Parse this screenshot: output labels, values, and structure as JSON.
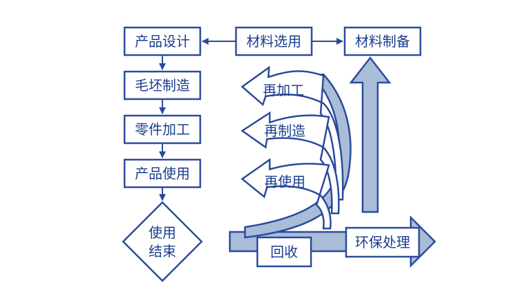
{
  "flow": {
    "product_design": "产品设计",
    "blank_making": "毛坯制造",
    "part_processing": "零件加工",
    "product_use": "产品使用",
    "end_of_use_line1": "使用",
    "end_of_use_line2": "结束"
  },
  "top": {
    "material_selection": "材料选用",
    "material_preparation": "材料制备"
  },
  "loops": {
    "reprocess": "再加工",
    "remanufacture": "再制造",
    "reuse": "再使用"
  },
  "bottom": {
    "recycle": "回收",
    "eco_treatment": "环保处理"
  },
  "colors": {
    "line": "#2a4a9a",
    "text": "#1b3d8f",
    "shade": "#a9bcd8"
  }
}
